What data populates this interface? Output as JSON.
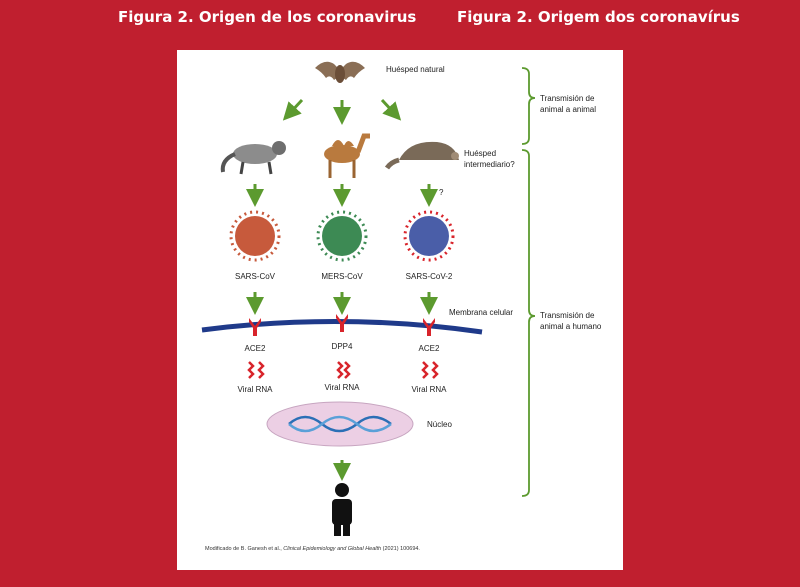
{
  "header": {
    "title_es": "Figura 2. Origen de los coronavirus",
    "title_pt": "Figura 2. Origem dos coronavírus"
  },
  "diagram": {
    "natural_host": "Huésped natural",
    "intermediate_host": "Huésped intermediario?",
    "question_mark": "?",
    "viruses": [
      "SARS-CoV",
      "MERS-CoV",
      "SARS-CoV-2"
    ],
    "cell_membrane": "Membrana celular",
    "receptors": [
      "ACE2",
      "DPP4",
      "ACE2"
    ],
    "viral_rna": "Viral RNA",
    "nucleus": "Núcleo",
    "bracket_animal_to_animal": "Transmisión de animal a animal",
    "bracket_animal_to_human": "Transmisión de animal a humano",
    "caption_prefix": "Modificado de B. Ganesh et al., ",
    "caption_journal": "Clinical Epidemiology and Global Health",
    "caption_suffix": " (2021) 100694."
  },
  "colors": {
    "background": "#c01f2f",
    "arrow_green": "#5c9a2f",
    "bracket_green": "#5c9a2f",
    "membrane_blue": "#1f3a8a",
    "receptor_red": "#d8242b",
    "nucleus_fill": "#eccfe4",
    "sars_virus": "#c75a3c",
    "mers_virus": "#3d8a54",
    "sars2_virus": "#4a5ea8"
  }
}
